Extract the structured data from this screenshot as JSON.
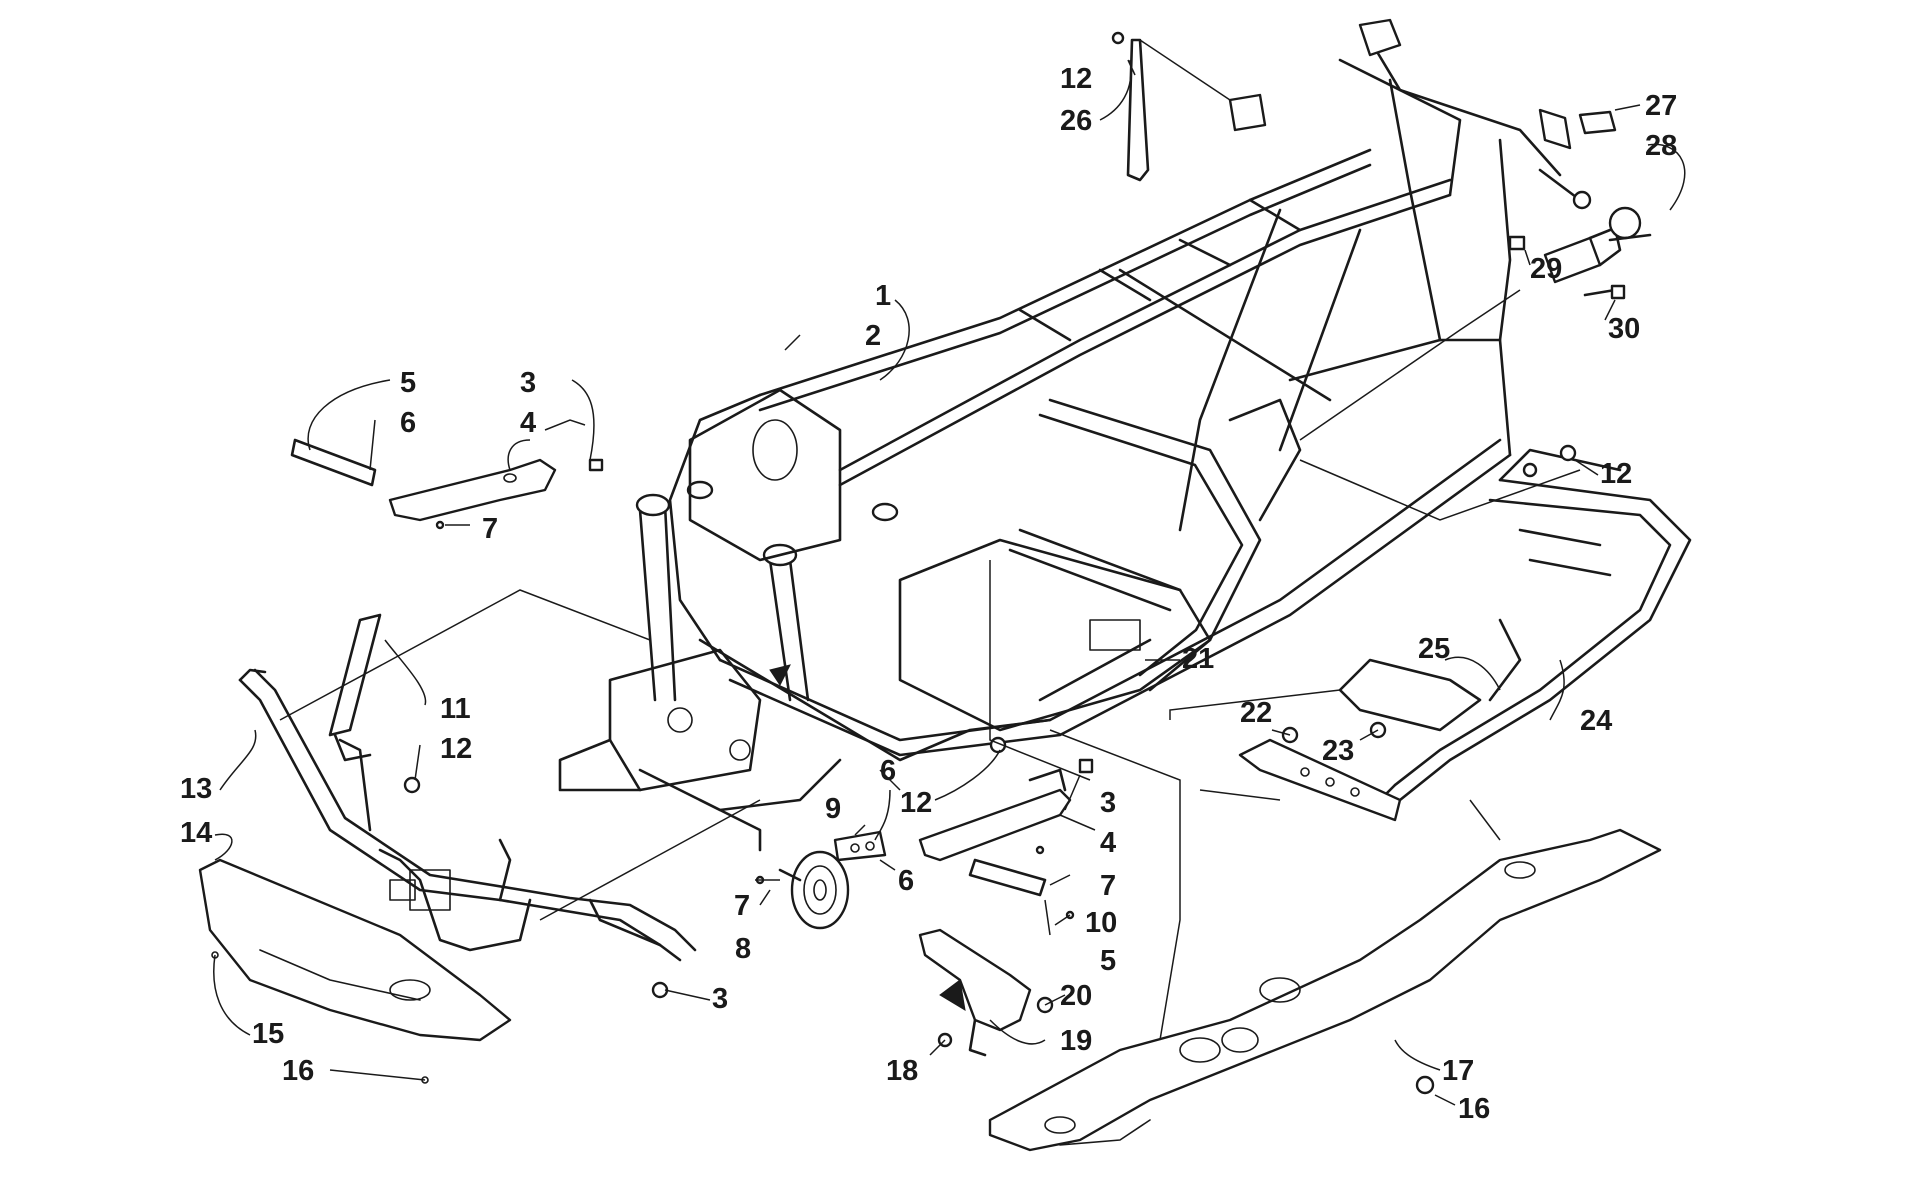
{
  "callouts": [
    {
      "id": "c1",
      "text": "1"
    },
    {
      "id": "c2",
      "text": "2"
    },
    {
      "id": "c3a",
      "text": "3"
    },
    {
      "id": "c3b",
      "text": "3"
    },
    {
      "id": "c3c",
      "text": "3"
    },
    {
      "id": "c4a",
      "text": "4"
    },
    {
      "id": "c4b",
      "text": "4"
    },
    {
      "id": "c5a",
      "text": "5"
    },
    {
      "id": "c5b",
      "text": "5"
    },
    {
      "id": "c6a",
      "text": "6"
    },
    {
      "id": "c6b",
      "text": "6"
    },
    {
      "id": "c6c",
      "text": "6"
    },
    {
      "id": "c7a",
      "text": "7"
    },
    {
      "id": "c7b",
      "text": "7"
    },
    {
      "id": "c7c",
      "text": "7"
    },
    {
      "id": "c8",
      "text": "8"
    },
    {
      "id": "c9",
      "text": "9"
    },
    {
      "id": "c10",
      "text": "10"
    },
    {
      "id": "c11",
      "text": "11"
    },
    {
      "id": "c12a",
      "text": "12"
    },
    {
      "id": "c12b",
      "text": "12"
    },
    {
      "id": "c12c",
      "text": "12"
    },
    {
      "id": "c12d",
      "text": "12"
    },
    {
      "id": "c13",
      "text": "13"
    },
    {
      "id": "c14",
      "text": "14"
    },
    {
      "id": "c15",
      "text": "15"
    },
    {
      "id": "c16a",
      "text": "16"
    },
    {
      "id": "c16b",
      "text": "16"
    },
    {
      "id": "c17",
      "text": "17"
    },
    {
      "id": "c18",
      "text": "18"
    },
    {
      "id": "c19",
      "text": "19"
    },
    {
      "id": "c20",
      "text": "20"
    },
    {
      "id": "c21",
      "text": "21"
    },
    {
      "id": "c22",
      "text": "22"
    },
    {
      "id": "c23",
      "text": "23"
    },
    {
      "id": "c24",
      "text": "24"
    },
    {
      "id": "c25",
      "text": "25"
    },
    {
      "id": "c26",
      "text": "26"
    },
    {
      "id": "c27",
      "text": "27"
    },
    {
      "id": "c28",
      "text": "28"
    },
    {
      "id": "c29",
      "text": "29"
    },
    {
      "id": "c30",
      "text": "30"
    }
  ]
}
